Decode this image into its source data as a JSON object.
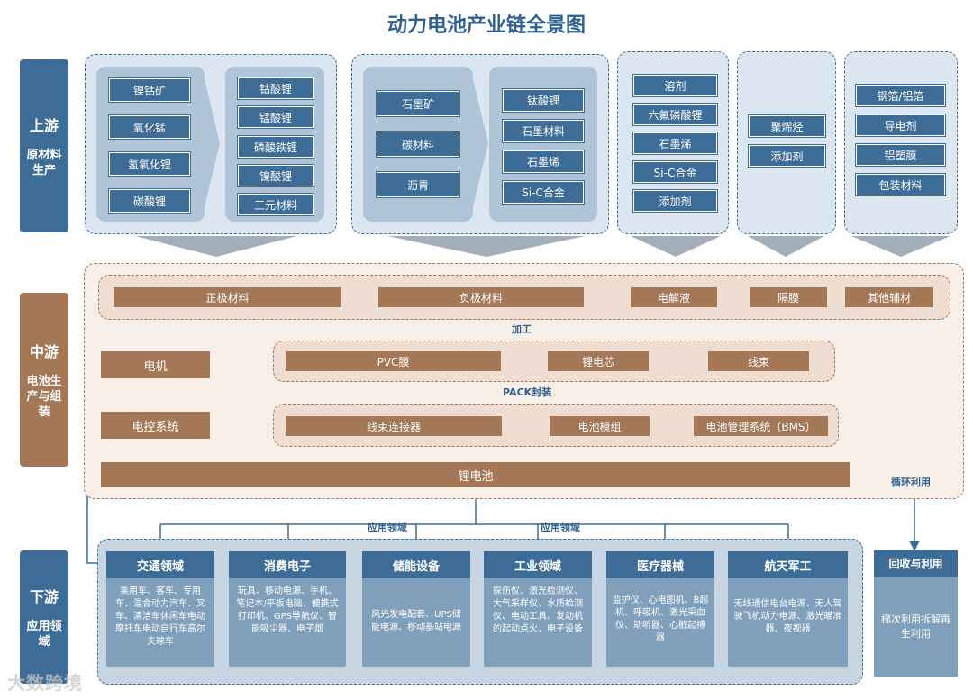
{
  "title": "动力电池产业链全景图",
  "sides": {
    "upstream": {
      "big": "上游",
      "small": "原材料生产"
    },
    "midstream": {
      "big": "中游",
      "small": "电池生产与组装"
    },
    "downstream": {
      "big": "下游",
      "small": "应用领域"
    }
  },
  "upstream": {
    "g1_left": [
      "镍钴矿",
      "氧化锰",
      "氢氧化锂",
      "碳酸锂"
    ],
    "g1_right": [
      "钴酸锂",
      "锰酸锂",
      "磷酸铁锂",
      "镍酸锂",
      "三元材料"
    ],
    "g2_left": [
      "石墨矿",
      "碳材料",
      "沥青"
    ],
    "g2_right": [
      "钛酸锂",
      "石墨材料",
      "石墨烯",
      "Si-C合金"
    ],
    "g3": [
      "溶剂",
      "六氟磷酸锂",
      "石墨烯",
      "Si-C合金",
      "添加剂"
    ],
    "g4": [
      "聚烯烃",
      "添加剂"
    ],
    "g5": [
      "钢箔/铝箔",
      "导电剂",
      "铝塑膜",
      "包装材料"
    ]
  },
  "midstream": {
    "materials": [
      "正极材料",
      "负极材料",
      "电解液",
      "隔膜",
      "其他辅材"
    ],
    "process_label": "加工",
    "row1": [
      "PVC膜",
      "锂电芯",
      "线束"
    ],
    "pack_label": "PACK封装",
    "row2": [
      "线束连接器",
      "电池模组",
      "电池管理系统（BMS）"
    ],
    "motor": "电机",
    "control": "电控系统",
    "battery": "锂电池",
    "recycle_label": "循环利用"
  },
  "downstream": {
    "app_label_1": "应用领域",
    "app_label_2": "应用领域",
    "cards": [
      {
        "title": "交通领域",
        "body": "乘用车、客车、专用车、混合动力汽车、叉车、清洁车休闲车电动摩托车电动自行车高尔夫球车"
      },
      {
        "title": "消费电子",
        "body": "玩具、移动电源、手机、笔记本/平板电脑、便携式打印机、GPS导航仪、智能吸尘器、电子烟"
      },
      {
        "title": "储能设备",
        "body": "风光发电配套、UPS储能电源、移动基站电源"
      },
      {
        "title": "工业领域",
        "body": "探伤仪、激光检测仪、大气采样仪、水质检测仪、电动工具、发动机的起动点火、电子设备"
      },
      {
        "title": "医疗器械",
        "body": "监护仪、心电图机、B超机、呼吸机、激光采血仪、助听器、心脏起搏器"
      },
      {
        "title": "航天军工",
        "body": "无线通信电台电源、无人驾驶飞机动力电源、激光瞄准器、夜视器"
      }
    ],
    "recycle": {
      "title": "回收与利用",
      "body": "梯次利用拆解再生利用"
    }
  },
  "watermark": "大数跨境",
  "colors": {
    "blue": "#3d6d96",
    "brown": "#a47757",
    "light_blue": "#dce6f1",
    "light_brown": "#f6ebe4"
  }
}
